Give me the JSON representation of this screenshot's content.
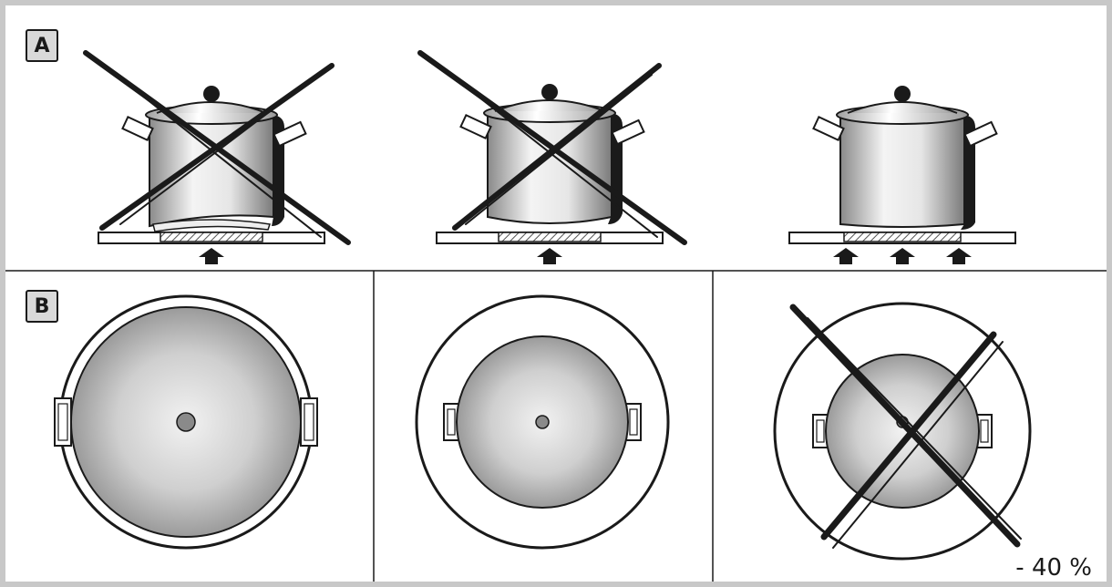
{
  "labels": {
    "section_a": "A",
    "section_b": "B"
  },
  "efficiency_note": "- 40 %",
  "colors": {
    "ink": "#1a1a1a",
    "frame": "#c8c8c8",
    "label_bg": "#d9d9d9",
    "hatch": "#555555"
  }
}
